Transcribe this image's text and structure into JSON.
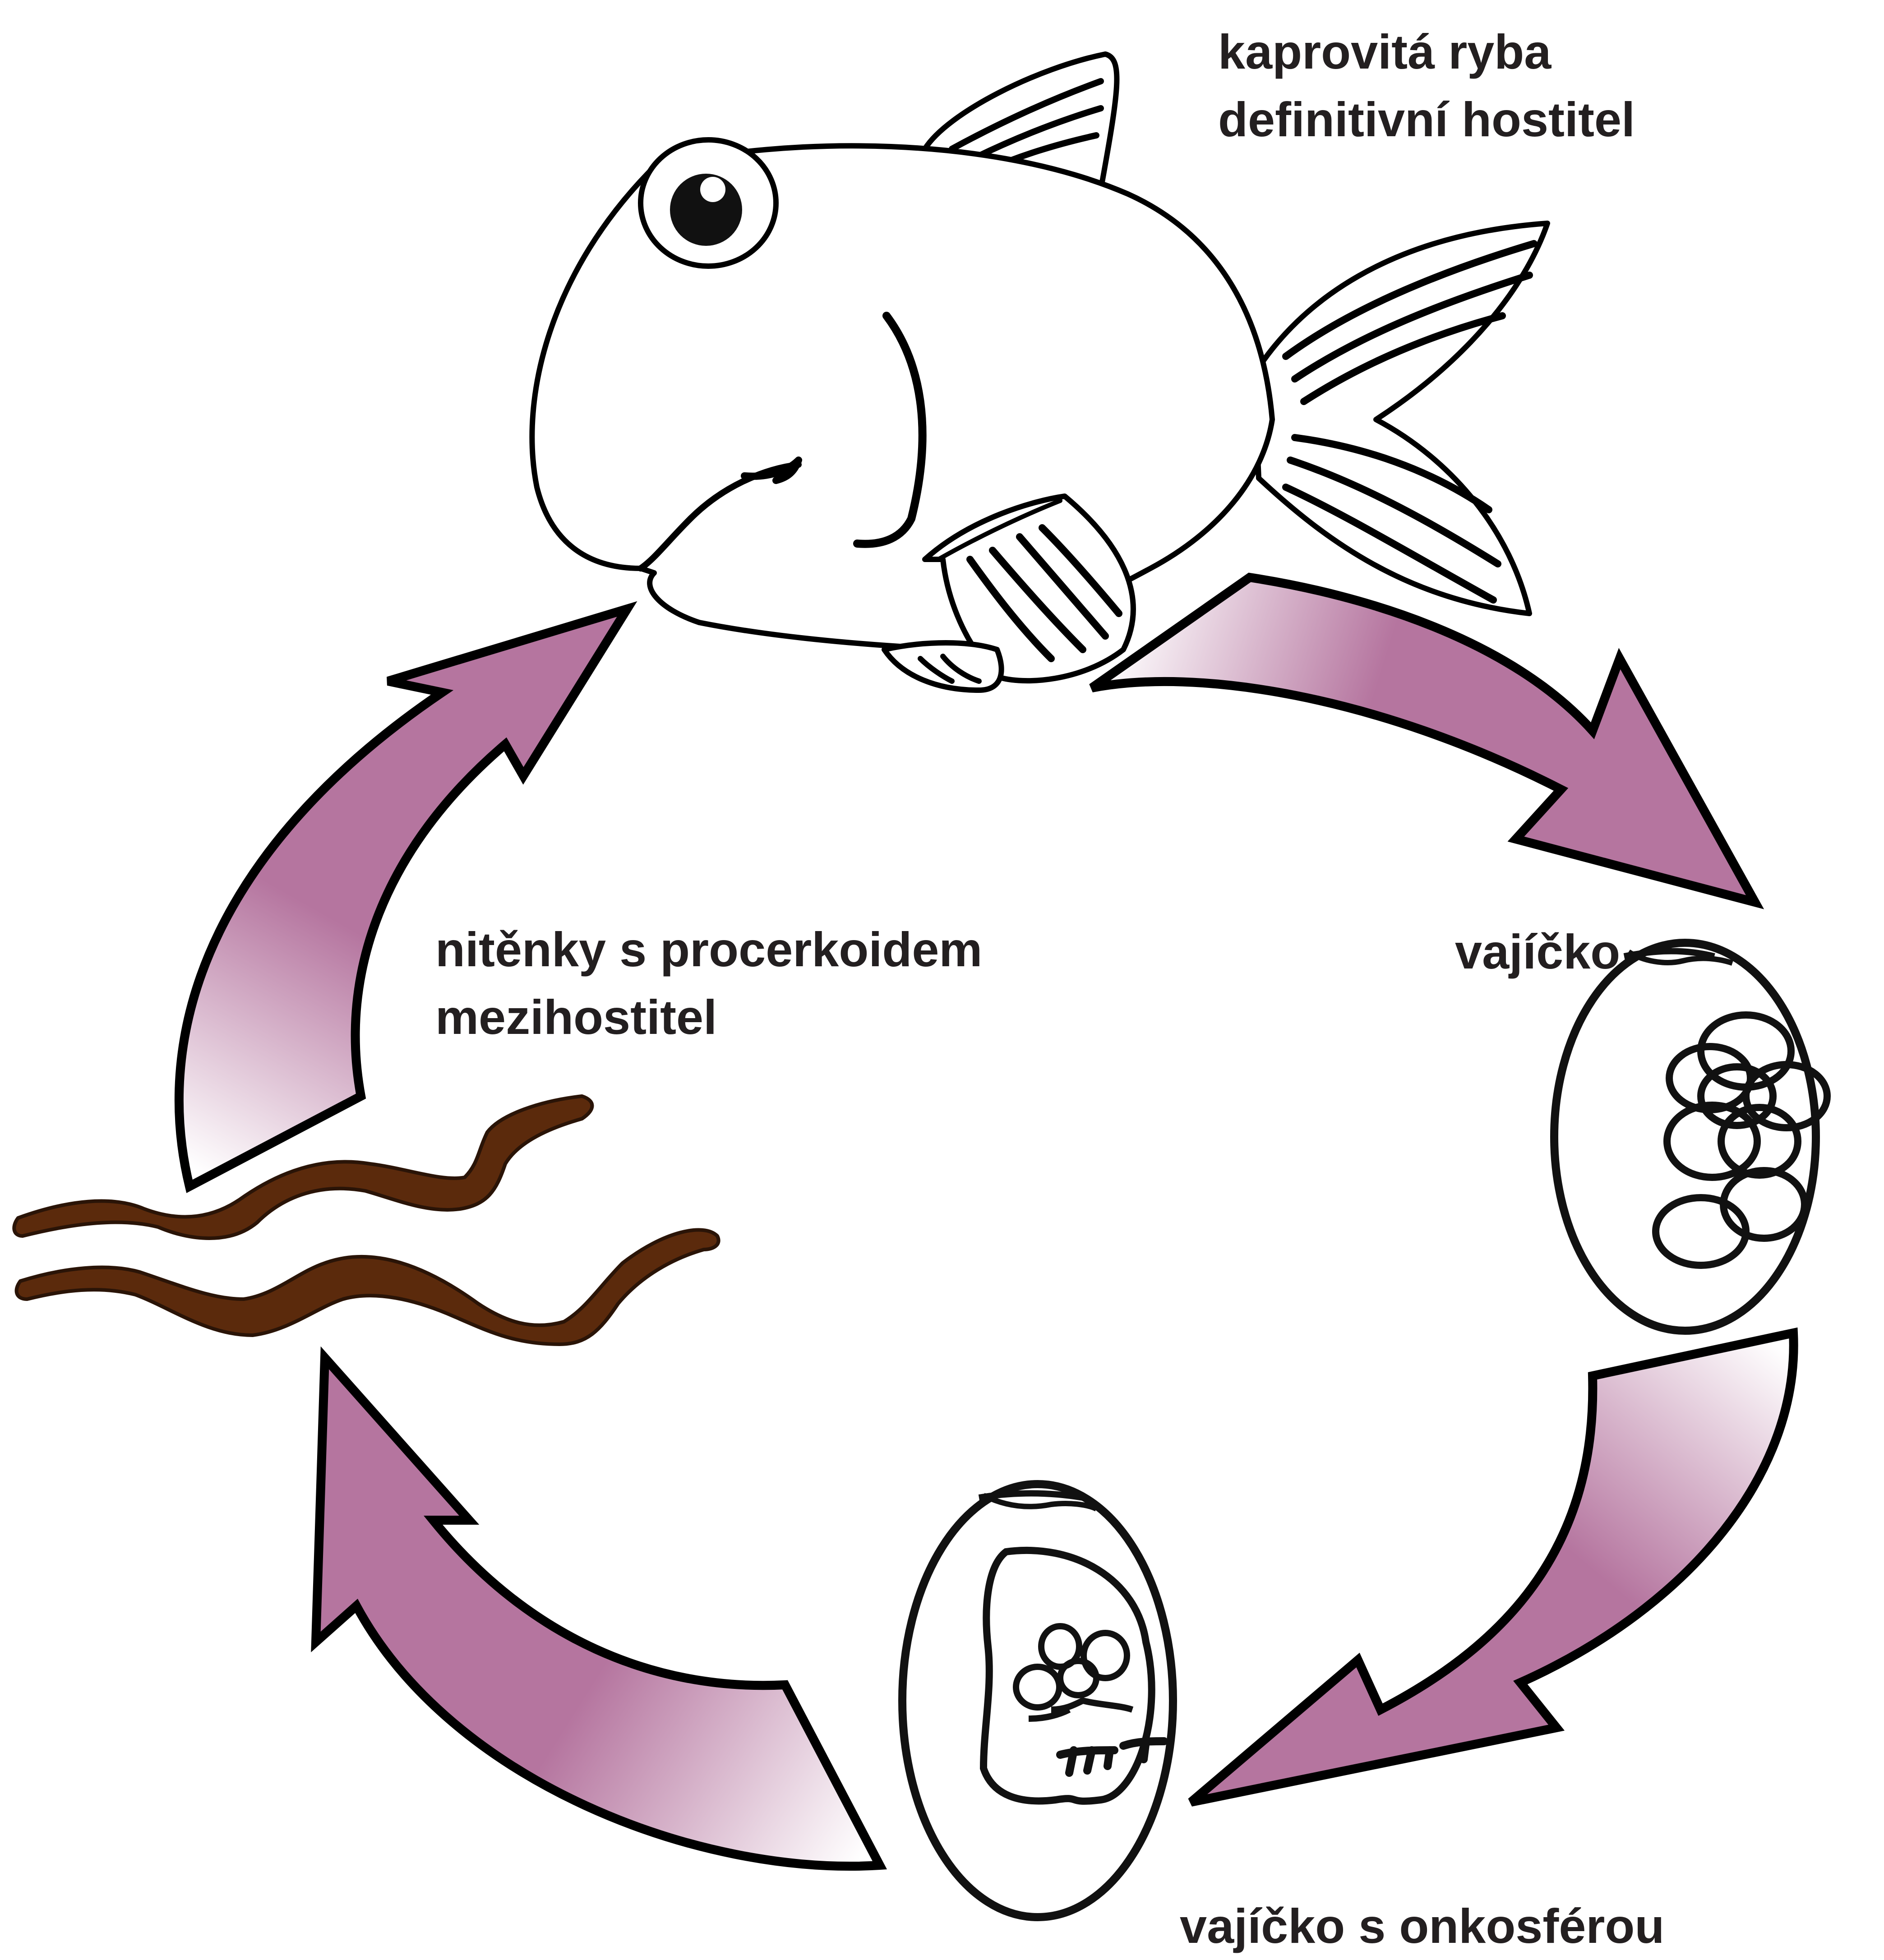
{
  "diagram": {
    "stages": {
      "fish": {
        "line1": "kaprovitá ryba",
        "line2": "definitivní hostitel"
      },
      "egg": {
        "line1": "vajíčko"
      },
      "egg_oncosphere": {
        "line1": "vajíčko s onkosférou"
      },
      "worms": {
        "line1": "nitěnky s procerkoidem",
        "line2": "mezihostitel"
      }
    },
    "colors": {
      "arrow_fill": "#b5759f",
      "arrow_fade": "#ffffff",
      "outline": "#000000",
      "worm": "#5b2a0c",
      "text": "#231f20"
    }
  }
}
